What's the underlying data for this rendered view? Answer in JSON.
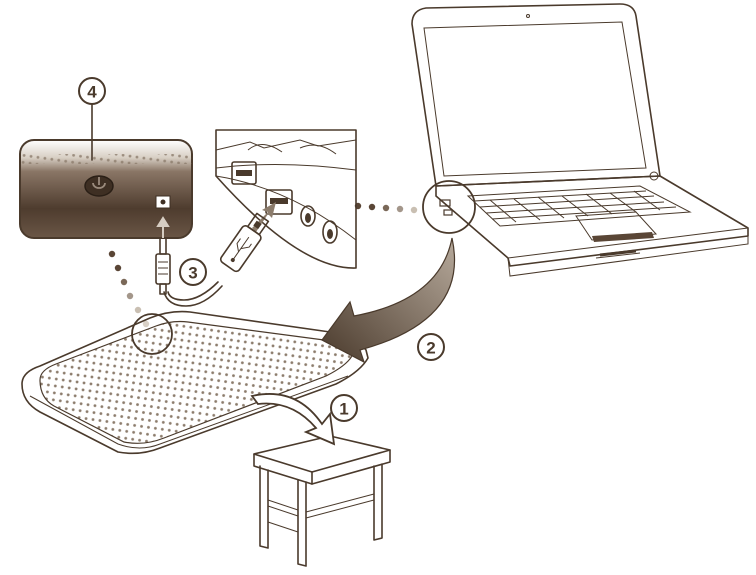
{
  "colors": {
    "ink": "#4a3a2c",
    "dark_panel": "#5a4636",
    "dot_dark": "#5a4636",
    "dot_light": "#c9bfb2",
    "mesh": "#8c7c6c",
    "background": "#ffffff"
  },
  "steps": [
    {
      "id": "1",
      "label": "1"
    },
    {
      "id": "2",
      "label": "2"
    },
    {
      "id": "3",
      "label": "3"
    },
    {
      "id": "4",
      "label": "4"
    }
  ],
  "icons": [
    "power-icon",
    "usb-icon",
    "arrow-up-icon",
    "arrow-right-icon"
  ]
}
